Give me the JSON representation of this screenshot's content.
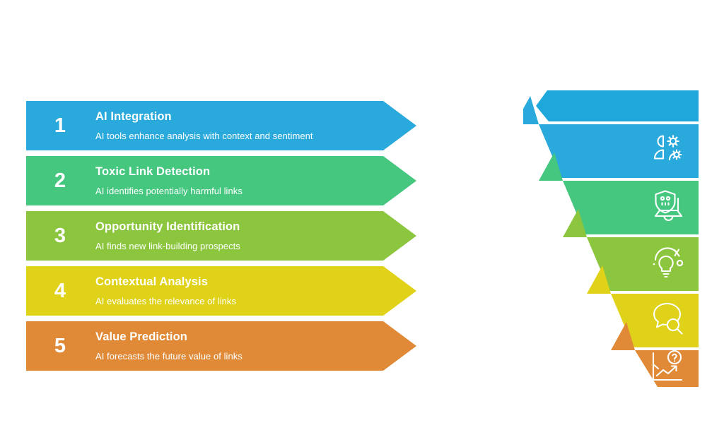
{
  "infographic": {
    "title_text": "",
    "steps": [
      {
        "number": "1",
        "title": "AI Integration",
        "subtitle": "AI tools enhance analysis with context and sentiment",
        "color": "#29a9dc",
        "icon": "person-gear-icon"
      },
      {
        "number": "2",
        "title": "Toxic Link Detection",
        "subtitle": "AI identifies potentially harmful links",
        "color": "#45c780",
        "icon": "shield-skull-laptop-icon"
      },
      {
        "number": "3",
        "title": "Opportunity Identification",
        "subtitle": "AI finds new link-building prospects",
        "color": "#8cc63f",
        "icon": "lightbulb-idea-icon"
      },
      {
        "number": "4",
        "title": "Contextual Analysis",
        "subtitle": "AI evaluates the relevance of links",
        "color": "#e0d119",
        "icon": "speech-bubble-search-icon"
      },
      {
        "number": "5",
        "title": "Value Prediction",
        "subtitle": "AI forecasts the future value of links",
        "color": "#e08a38",
        "icon": "growth-chart-question-icon"
      }
    ],
    "funnel": {
      "cap_color": "#1ea7db",
      "bands": [
        {
          "color": "#29a9dc",
          "icon": "person-gear-icon"
        },
        {
          "color": "#45c780",
          "icon": "shield-skull-laptop-icon"
        },
        {
          "color": "#8cc63f",
          "icon": "lightbulb-idea-icon"
        },
        {
          "color": "#e0d119",
          "icon": "speech-bubble-search-icon"
        },
        {
          "color": "#e08a38",
          "icon": "growth-chart-question-icon"
        }
      ]
    }
  }
}
